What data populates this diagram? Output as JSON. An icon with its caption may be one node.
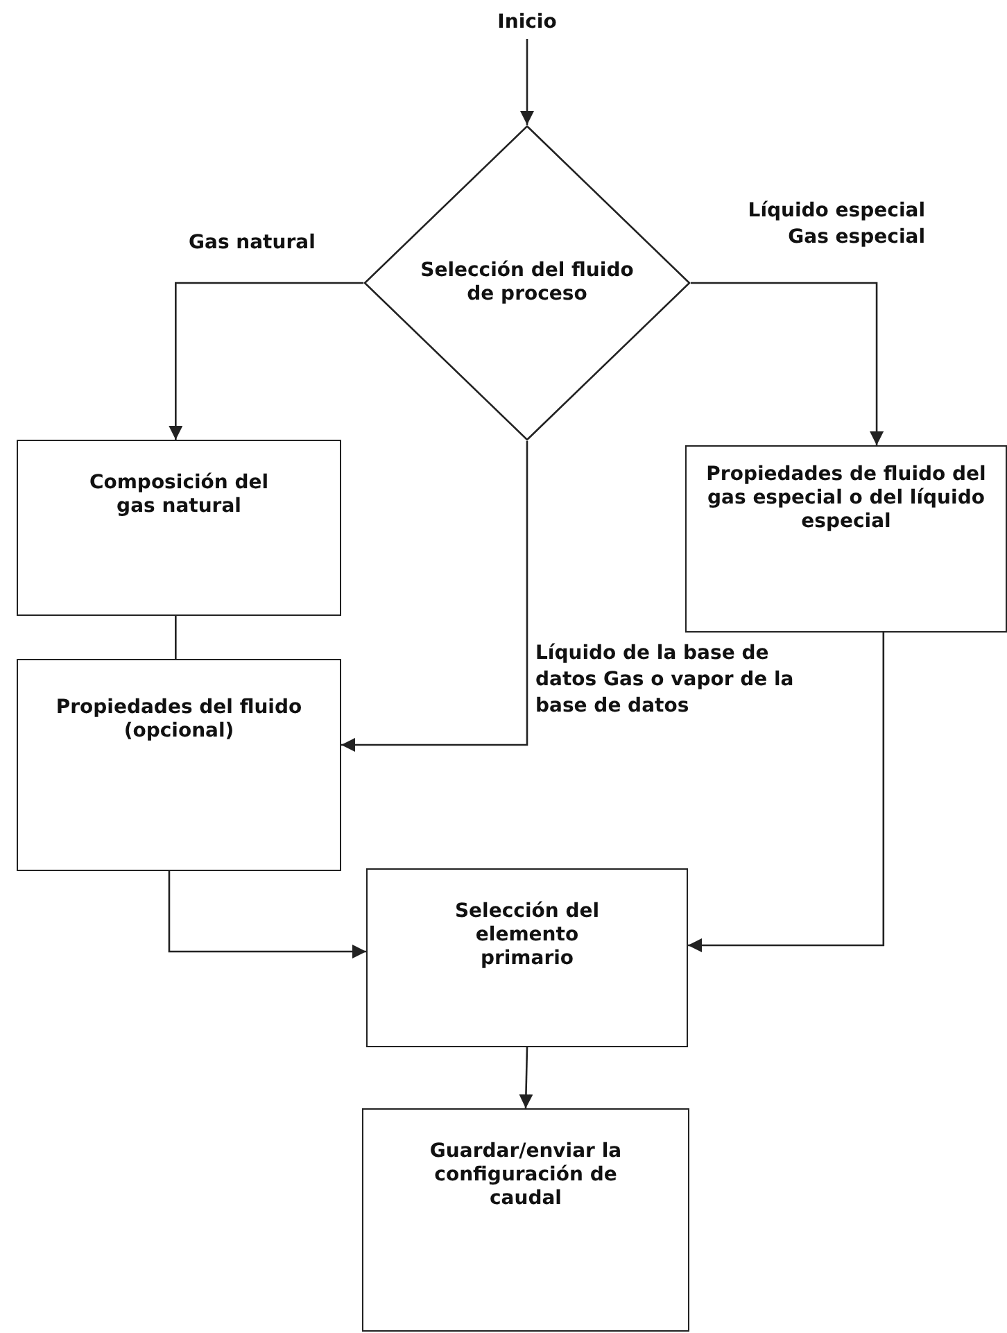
{
  "diagram": {
    "nodes": [
      {
        "text": [
          "Inicio"
        ]
      },
      {
        "text": [
          "Selección del fluido de proceso"
        ]
      },
      {
        "text": [
          "Composición del gas natural"
        ]
      },
      {
        "text": [
          "Propiedades del fluido (opcional)"
        ]
      },
      {
        "text": [
          "Propiedades de fluido del gas especial o del líquido especial"
        ]
      },
      {
        "text": [
          "Selección del elemento primario"
        ]
      },
      {
        "text": [
          "Guardar/enviar la configuración de caudal"
        ]
      }
    ],
    "edges": [
      {
        "from": 0,
        "to": 1,
        "arrow": "to"
      },
      {
        "from": 1,
        "to": 2,
        "arrow": "to",
        "label": "Gas natural"
      },
      {
        "from": 1,
        "to": 4,
        "arrow": "to",
        "label": "Líquido especial Gas especial"
      },
      {
        "from": 1,
        "to": 3,
        "arrow": "to",
        "label": "Líquido de la base de datos Gas o vapor de la base de datos"
      },
      {
        "from": 2,
        "to": 3,
        "arrow": "none"
      },
      {
        "from": 3,
        "to": 5,
        "arrow": "to"
      },
      {
        "from": 4,
        "to": 5,
        "arrow": "to"
      },
      {
        "from": 5,
        "to": 6,
        "arrow": "to"
      }
    ]
  }
}
